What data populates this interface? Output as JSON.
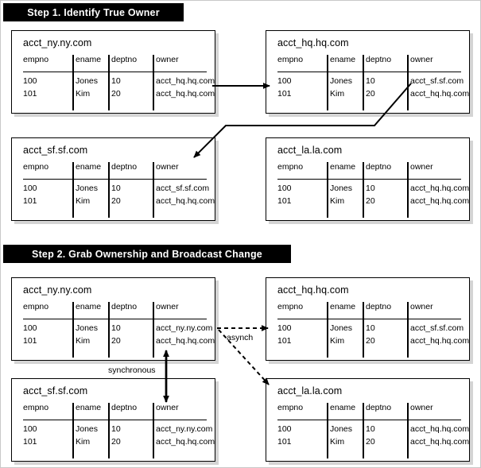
{
  "figure": {
    "steps": [
      {
        "id": "step1",
        "label": "Step 1.  Identify True Owner"
      },
      {
        "id": "step2",
        "label": "Step 2.  Grab Ownership and Broadcast Change"
      }
    ],
    "columns": [
      "empno",
      "ename",
      "deptno",
      "owner"
    ],
    "databases": [
      {
        "id": "s1-ny",
        "step": "step1",
        "name": "acct_ny.ny.com",
        "rows": [
          {
            "empno": "100",
            "ename": "Jones",
            "deptno": "10",
            "owner": "acct_hq.hq.com"
          },
          {
            "empno": "101",
            "ename": "Kim",
            "deptno": "20",
            "owner": "acct_hq.hq.com"
          }
        ]
      },
      {
        "id": "s1-hq",
        "step": "step1",
        "name": "acct_hq.hq.com",
        "rows": [
          {
            "empno": "100",
            "ename": "Jones",
            "deptno": "10",
            "owner": "acct_sf.sf.com"
          },
          {
            "empno": "101",
            "ename": "Kim",
            "deptno": "20",
            "owner": "acct_hq.hq.com"
          }
        ]
      },
      {
        "id": "s1-sf",
        "step": "step1",
        "name": "acct_sf.sf.com",
        "rows": [
          {
            "empno": "100",
            "ename": "Jones",
            "deptno": "10",
            "owner": "acct_sf.sf.com"
          },
          {
            "empno": "101",
            "ename": "Kim",
            "deptno": "20",
            "owner": "acct_hq.hq.com"
          }
        ]
      },
      {
        "id": "s1-la",
        "step": "step1",
        "name": "acct_la.la.com",
        "rows": [
          {
            "empno": "100",
            "ename": "Jones",
            "deptno": "10",
            "owner": "acct_hq.hq.com"
          },
          {
            "empno": "101",
            "ename": "Kim",
            "deptno": "20",
            "owner": "acct_hq.hq.com"
          }
        ]
      },
      {
        "id": "s2-ny",
        "step": "step2",
        "name": "acct_ny.ny.com",
        "rows": [
          {
            "empno": "100",
            "ename": "Jones",
            "deptno": "10",
            "owner": "acct_ny.ny.com"
          },
          {
            "empno": "101",
            "ename": "Kim",
            "deptno": "20",
            "owner": "acct_hq.hq.com"
          }
        ]
      },
      {
        "id": "s2-hq",
        "step": "step2",
        "name": "acct_hq.hq.com",
        "rows": [
          {
            "empno": "100",
            "ename": "Jones",
            "deptno": "10",
            "owner": "acct_sf.sf.com"
          },
          {
            "empno": "101",
            "ename": "Kim",
            "deptno": "20",
            "owner": "acct_hq.hq.com"
          }
        ]
      },
      {
        "id": "s2-sf",
        "step": "step2",
        "name": "acct_sf.sf.com",
        "rows": [
          {
            "empno": "100",
            "ename": "Jones",
            "deptno": "10",
            "owner": "acct_ny.ny.com"
          },
          {
            "empno": "101",
            "ename": "Kim",
            "deptno": "20",
            "owner": "acct_hq.hq.com"
          }
        ]
      },
      {
        "id": "s2-la",
        "step": "step2",
        "name": "acct_la.la.com",
        "rows": [
          {
            "empno": "100",
            "ename": "Jones",
            "deptno": "10",
            "owner": "acct_hq.hq.com"
          },
          {
            "empno": "101",
            "ename": "Kim",
            "deptno": "20",
            "owner": "acct_hq.hq.com"
          }
        ]
      }
    ],
    "annotations": [
      {
        "id": "asynch",
        "label": "asynch"
      },
      {
        "id": "synchronous",
        "label": "synchronous"
      }
    ],
    "colors": {
      "banner_bg": "#000000",
      "banner_text": "#ffffff",
      "box_border": "#000000",
      "box_shadow": "#d4d4d4",
      "line": "#000000"
    }
  }
}
